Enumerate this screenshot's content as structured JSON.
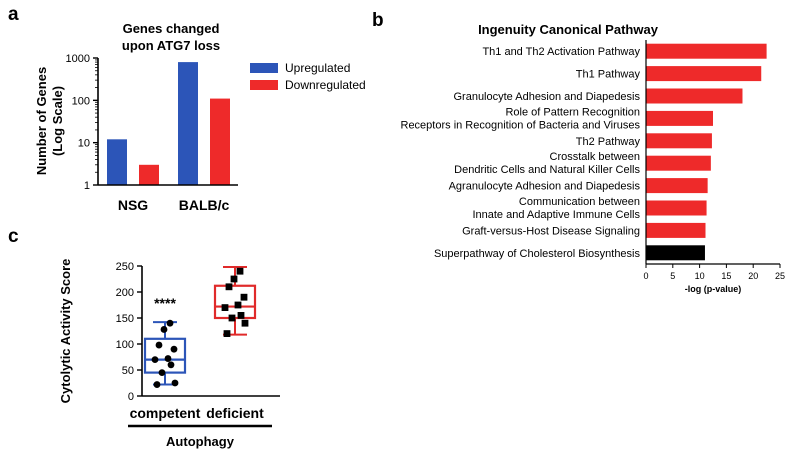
{
  "panels": {
    "a": "a",
    "b": "b",
    "c": "c"
  },
  "chart_data": [
    {
      "type": "bar",
      "title": [
        "Genes changed",
        "upon ATG7 loss"
      ],
      "ylabel": [
        "Number of Genes",
        "(Log Scale)"
      ],
      "xlabel": "",
      "yscale": "log",
      "ylim": [
        1,
        1000
      ],
      "yticks": [
        "1",
        "10",
        "100",
        "1000"
      ],
      "categories": [
        "NSG",
        "BALB/c"
      ],
      "series": [
        {
          "name": "Upregulated",
          "color": "#2c55b8",
          "values": [
            12,
            800
          ]
        },
        {
          "name": "Downregulated",
          "color": "#ee2a2a",
          "values": [
            3,
            110
          ]
        }
      ],
      "legend": "right"
    },
    {
      "type": "bar",
      "orientation": "horizontal",
      "title": "Ingenuity Canonical Pathway",
      "xlabel": "-log (p-value)",
      "xlim": [
        0,
        25
      ],
      "xticks": [
        "0",
        "5",
        "10",
        "15",
        "20",
        "25"
      ],
      "categories": [
        [
          "Th1 and Th2 Activation Pathway"
        ],
        [
          "Th1 Pathway"
        ],
        [
          "Granulocyte Adhesion and Diapedesis"
        ],
        [
          "Role of Pattern Recognition",
          "Receptors in Recognition of Bacteria and Viruses"
        ],
        [
          "Th2 Pathway"
        ],
        [
          "Crosstalk between",
          "Dendritic Cells and Natural Killer Cells"
        ],
        [
          "Agranulocyte Adhesion and Diapedesis"
        ],
        [
          "Communication between",
          "Innate and Adaptive Immune Cells"
        ],
        [
          "Graft-versus-Host Disease Signaling"
        ],
        [
          "Superpathway of Cholesterol Biosynthesis"
        ]
      ],
      "values": [
        22.5,
        21.5,
        18,
        12.5,
        12.3,
        12.1,
        11.5,
        11.3,
        11.1,
        11.0
      ],
      "colors": [
        "#ee2a2a",
        "#ee2a2a",
        "#ee2a2a",
        "#ee2a2a",
        "#ee2a2a",
        "#ee2a2a",
        "#ee2a2a",
        "#ee2a2a",
        "#ee2a2a",
        "#000000"
      ]
    },
    {
      "type": "box",
      "ylabel": "Cytolytic Activity Score",
      "ylim": [
        0,
        250
      ],
      "yticks": [
        "0",
        "50",
        "100",
        "150",
        "200",
        "250"
      ],
      "categories": [
        "competent",
        "deficient"
      ],
      "group_label": "Autophagy",
      "significance": "****",
      "groups": [
        {
          "name": "competent",
          "color": "#2c55b8",
          "min": 22,
          "q1": 45,
          "median": 70,
          "q3": 110,
          "max": 142,
          "points": [
            22,
            25,
            45,
            60,
            70,
            72,
            90,
            98,
            128,
            140
          ]
        },
        {
          "name": "deficient",
          "color": "#e02a2a",
          "min": 118,
          "q1": 150,
          "median": 172,
          "q3": 212,
          "max": 248,
          "points": [
            120,
            140,
            150,
            155,
            170,
            175,
            190,
            210,
            225,
            240
          ]
        }
      ]
    }
  ]
}
